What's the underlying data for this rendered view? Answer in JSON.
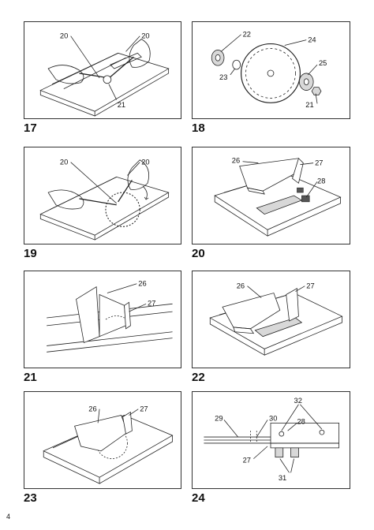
{
  "figures": [
    {
      "number": "17",
      "callouts": [
        "20",
        "20",
        "21"
      ]
    },
    {
      "number": "18",
      "callouts": [
        "22",
        "24",
        "23",
        "25",
        "21"
      ]
    },
    {
      "number": "19",
      "callouts": [
        "20",
        "20"
      ]
    },
    {
      "number": "20",
      "callouts": [
        "26",
        "27",
        "28"
      ]
    },
    {
      "number": "21",
      "callouts": [
        "26",
        "27"
      ]
    },
    {
      "number": "22",
      "callouts": [
        "26",
        "27"
      ]
    },
    {
      "number": "23",
      "callouts": [
        "26",
        "27"
      ]
    },
    {
      "number": "24",
      "callouts": [
        "32",
        "29",
        "30",
        "28",
        "27",
        "31"
      ]
    }
  ],
  "page_number": "4"
}
